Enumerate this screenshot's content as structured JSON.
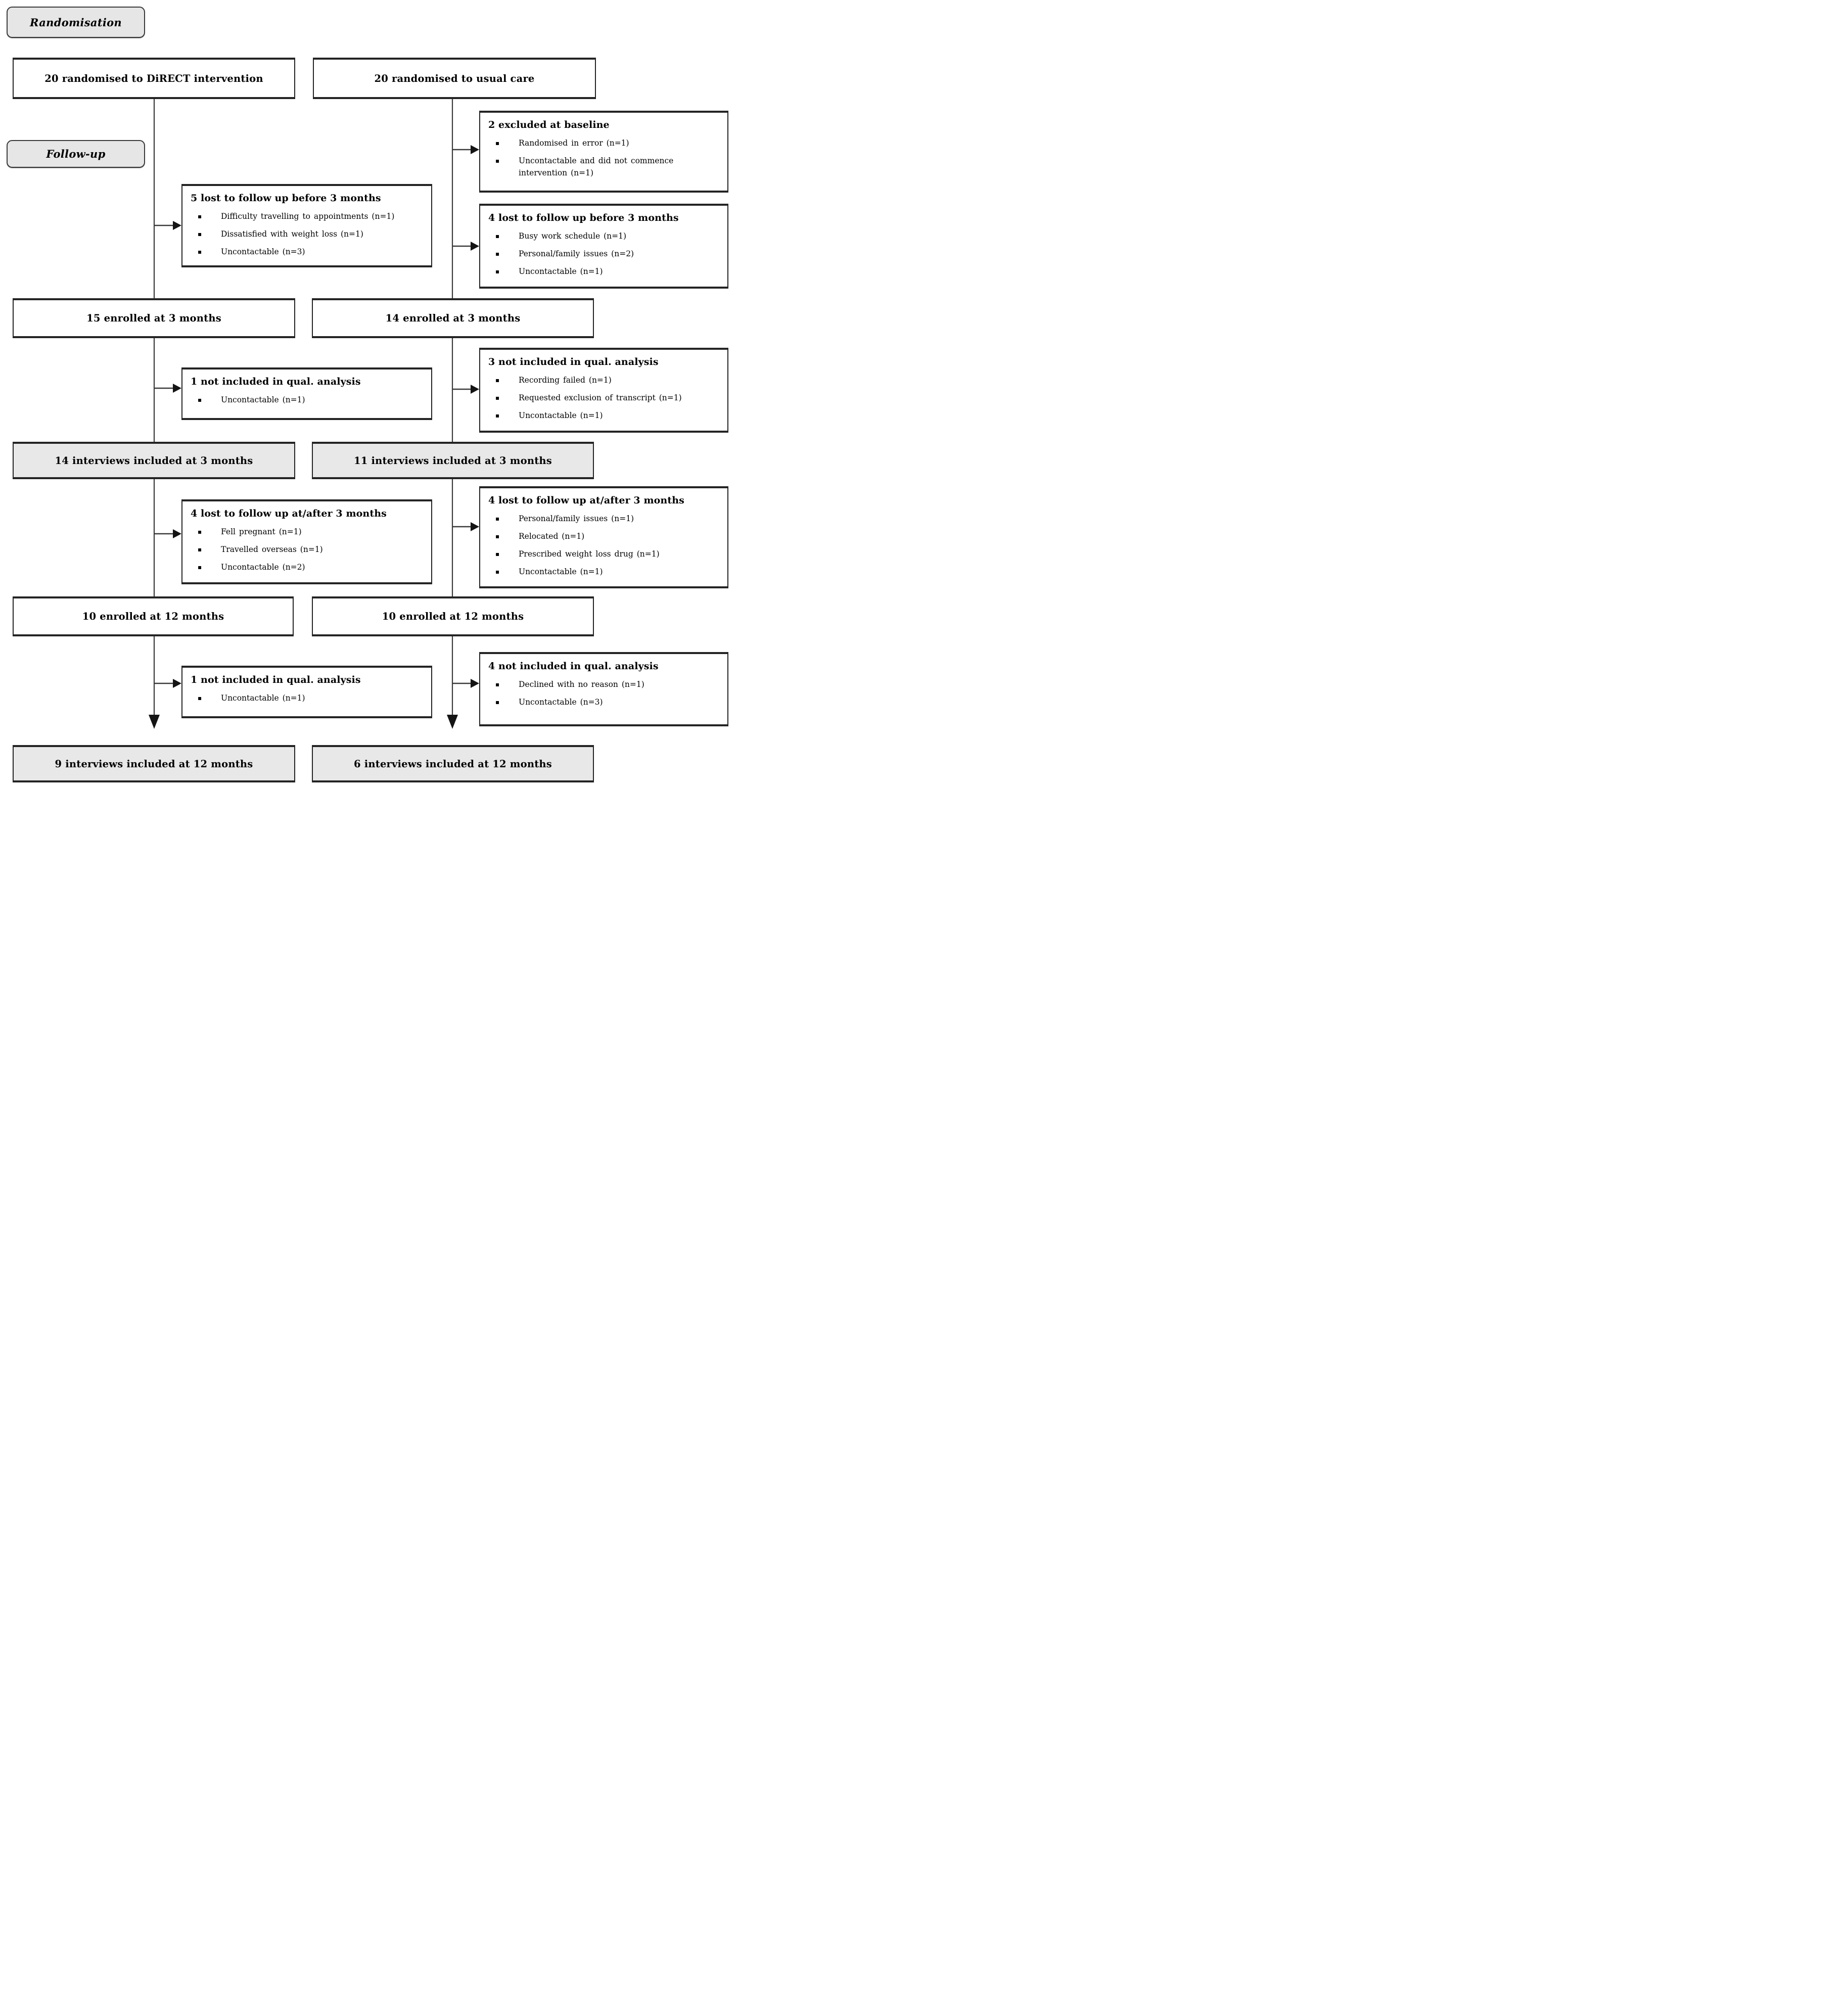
{
  "icons": {
    "bullet": "▪"
  },
  "stage_labels": {
    "randomisation": "Randomisation",
    "follow_up": "Follow-up"
  },
  "intervention_arm": {
    "randomised": "20 randomised to DiRECT intervention",
    "lost_before_3m": {
      "title": "5 lost to follow up before 3 months",
      "bullets": [
        "Difficulty travelling to appointments (n=1)",
        "Dissatisfied with weight loss (n=1)",
        "Uncontactable (n=3)"
      ]
    },
    "enrolled_3m": "15 enrolled at 3 months",
    "not_included_3m": {
      "title": "1 not included in qual. analysis",
      "bullets": [
        "Uncontactable (n=1)"
      ]
    },
    "interviews_3m": "14 interviews included at 3 months",
    "lost_after_3m": {
      "title": "4 lost to follow up at/after 3 months",
      "bullets": [
        "Fell pregnant (n=1)",
        "Travelled overseas (n=1)",
        "Uncontactable (n=2)"
      ]
    },
    "enrolled_12m": "10 enrolled at 12 months",
    "not_included_12m": {
      "title": "1 not included in qual. analysis",
      "bullets": [
        "Uncontactable (n=1)"
      ]
    },
    "interviews_12m": "9 interviews included at 12 months"
  },
  "usual_care_arm": {
    "randomised": "20 randomised to usual care",
    "excluded_baseline": {
      "title": "2 excluded at baseline",
      "bullets": [
        "Randomised in error (n=1)",
        "Uncontactable and did not commence intervention (n=1)"
      ]
    },
    "lost_before_3m": {
      "title": "4 lost to follow up before 3 months",
      "bullets": [
        "Busy work schedule (n=1)",
        "Personal/family issues (n=2)",
        "Uncontactable (n=1)"
      ]
    },
    "enrolled_3m": "14 enrolled at 3 months",
    "not_included_3m": {
      "title": "3 not included in qual. analysis",
      "bullets": [
        "Recording failed (n=1)",
        "Requested exclusion of transcript (n=1)",
        "Uncontactable (n=1)"
      ]
    },
    "interviews_3m": "11 interviews included at 3 months",
    "lost_after_3m": {
      "title": "4 lost to follow up at/after 3 months",
      "bullets": [
        "Personal/family issues (n=1)",
        "Relocated (n=1)",
        "Prescribed weight loss drug (n=1)",
        "Uncontactable (n=1)"
      ]
    },
    "enrolled_12m": "10 enrolled at 12 months",
    "not_included_12m": {
      "title": "4 not included in qual. analysis",
      "bullets": [
        "Declined with no reason (n=1)",
        "Uncontactable (n=3)"
      ]
    },
    "interviews_12m": "6 interviews included at 12 months"
  },
  "colors": {
    "line": "#3a3a3a",
    "arrowhead": "#141414",
    "border": "#242424",
    "shaded_fill": "#e8e8e8",
    "label_fill": "#e6e6e6"
  }
}
